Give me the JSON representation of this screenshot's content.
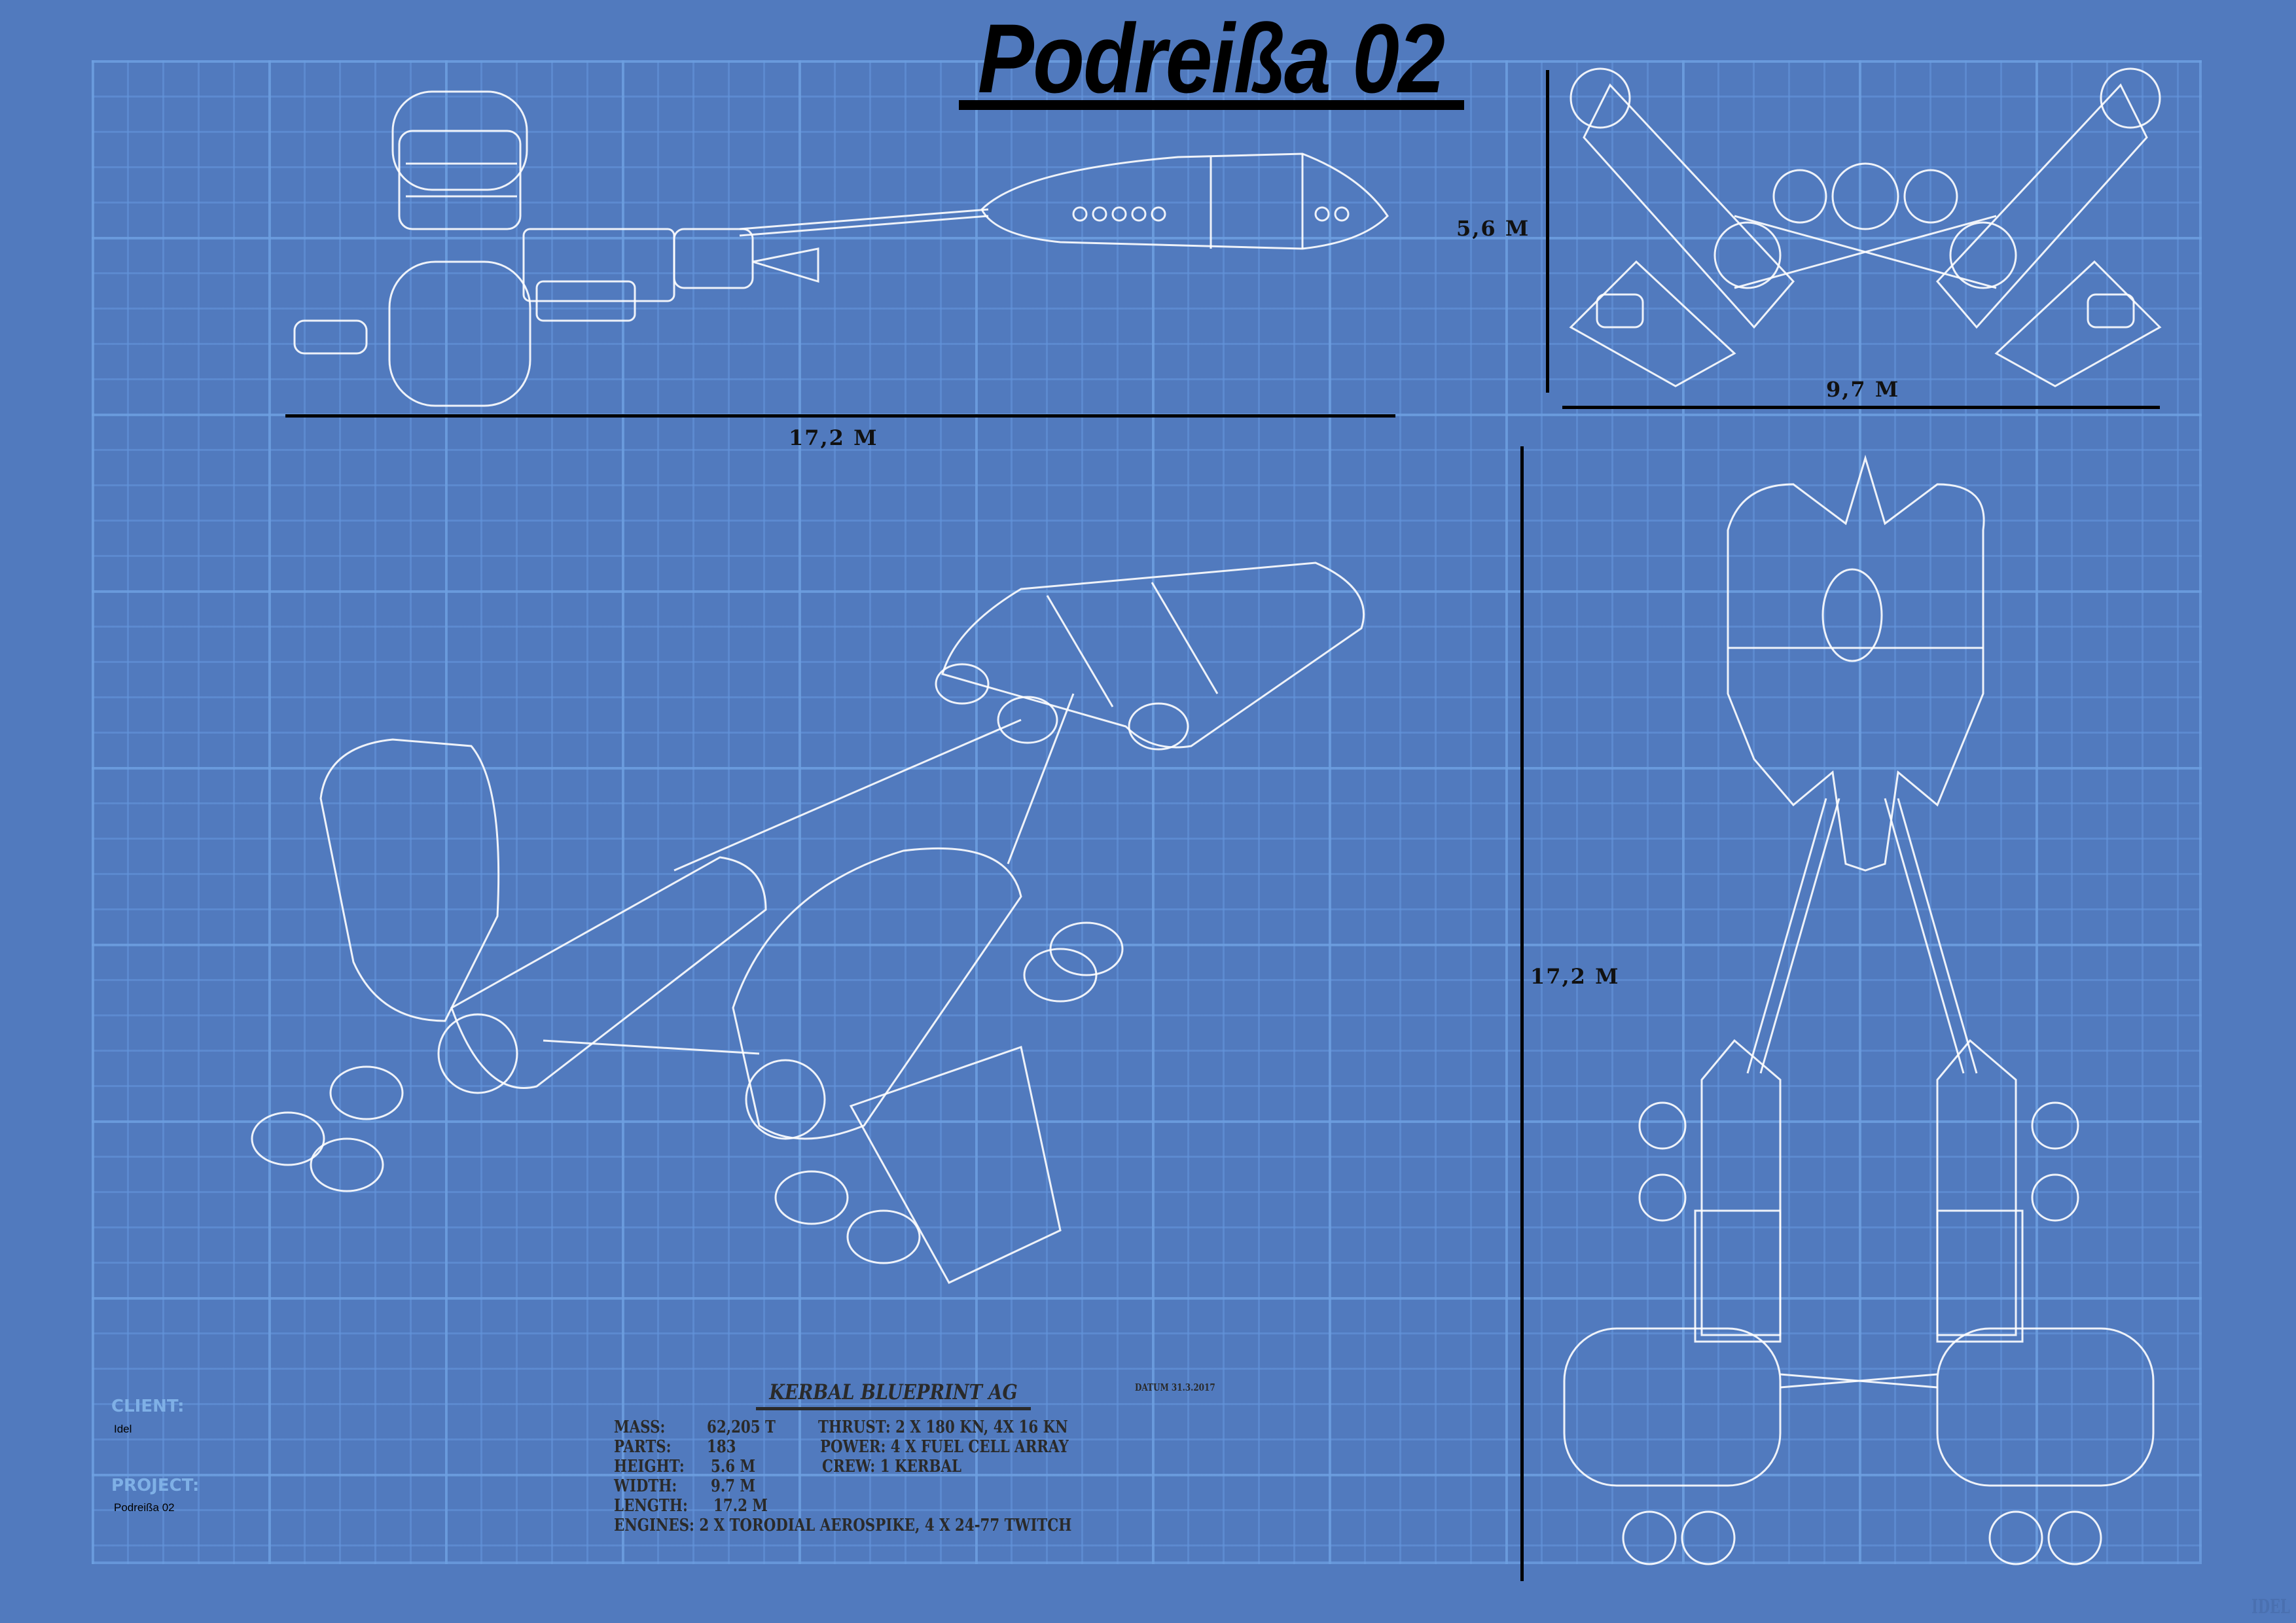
{
  "title": "Podreißa 02",
  "dimensions": {
    "side_length": "17,2 M",
    "front_height": "5,6 M",
    "front_width": "9,7 M",
    "top_length": "17,2 M"
  },
  "title_block": {
    "client_label": "CLIENT:",
    "client_value": "Idel",
    "project_label": "PROJECT:",
    "project_value": "Podreißa 02",
    "company": "KERBAL BLUEPRINT AG",
    "datum": "DATUM 31.3.2017",
    "specs_left": [
      {
        "label": "MASS:",
        "value": "62,205 T"
      },
      {
        "label": "PARTS:",
        "value": "183"
      },
      {
        "label": "HEIGHT:",
        "value": "5.6 M"
      },
      {
        "label": "WIDTH:",
        "value": "9.7 M"
      },
      {
        "label": "LENGTH:",
        "value": "17.2 M"
      }
    ],
    "specs_right": [
      "THRUST: 2 X 180 KN, 4X 16 KN",
      "POWER: 4 X FUEL CELL ARRAY",
      "CREW: 1 KERBAL"
    ],
    "engines": "ENGINES: 2 X TORODIAL AEROSPIKE, 4 X 24-77 TWITCH"
  },
  "watermark": "IDEL",
  "colors": {
    "background": "#517abe",
    "grid": "#6ea0e1",
    "ink": "#111111",
    "wire": "#ffffff"
  }
}
